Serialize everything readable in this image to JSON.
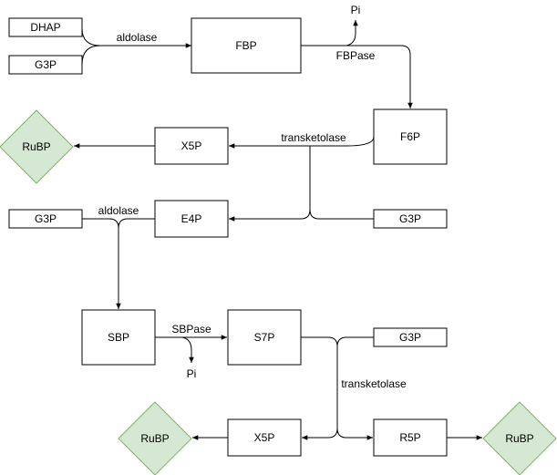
{
  "nodes": {
    "dhap": "DHAP",
    "g3p_1": "G3P",
    "fbp": "FBP",
    "f6p": "F6P",
    "x5p_1": "X5P",
    "e4p": "E4P",
    "g3p_2": "G3P",
    "g3p_3": "G3P",
    "sbp": "SBP",
    "s7p": "S7P",
    "g3p_4": "G3P",
    "x5p_2": "X5P",
    "r5p": "R5P",
    "rubp_1": "RuBP",
    "rubp_2": "RuBP",
    "rubp_3": "RuBP"
  },
  "labels": {
    "aldolase_1": "aldolase",
    "fbpase": "FBPase",
    "pi_1": "Pi",
    "transketolase_1": "transketolase",
    "aldolase_2": "aldolase",
    "sbpase": "SBPase",
    "pi_2": "Pi",
    "transketolase_2": "transketolase"
  },
  "colors": {
    "diamond_fill": "#d5e8d4",
    "diamond_stroke": "#82b366",
    "box_stroke": "#000000"
  }
}
